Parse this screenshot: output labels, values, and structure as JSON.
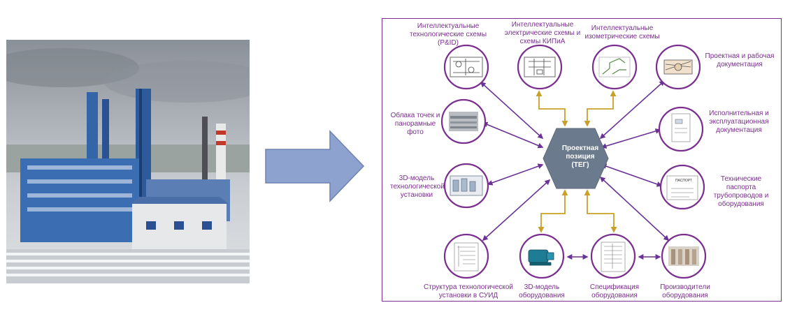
{
  "center": {
    "label": "Проектная\nпозиция\n(ТЕГ)"
  },
  "nodes": [
    {
      "key": "pid",
      "label": "Интеллектуальные\nтехнологические схемы (P&ID)"
    },
    {
      "key": "elec",
      "label": "Интеллектуальные\nэлектрические  схемы и\nсхемы КИПиА"
    },
    {
      "key": "iso",
      "label": "Интеллектуальные\nизометрические схемы"
    },
    {
      "key": "design",
      "label": "Проектная и рабочая\nдокументация"
    },
    {
      "key": "pointcloud",
      "label": "Облака точек и\nпанорамные\nфото"
    },
    {
      "key": "asbuilt",
      "label": "Исполнительная и\nэксплуатационная\nдокументация"
    },
    {
      "key": "model3d",
      "label": "3D-модель\nтехнологической\nустановки"
    },
    {
      "key": "passport",
      "label": "Технические\nпаспорта\nтрубопроводов и\nоборудования"
    },
    {
      "key": "suid",
      "label": "Структура технологической\nустановки в СУИД"
    },
    {
      "key": "equip3d",
      "label": "3D-модель\nоборудования"
    },
    {
      "key": "spec",
      "label": "Спецификация\nоборудования"
    },
    {
      "key": "vendors",
      "label": "Производители\nоборудования"
    }
  ],
  "thumbnails": {
    "passport_text": "ПАСПОРТ"
  },
  "colors": {
    "frame": "#7a2e8e",
    "circle": "#7a2e8e",
    "purple_arrow": "#6a3296",
    "gold_arrow": "#c8a02a",
    "hexagon": "#6b7a8c",
    "big_arrow": "#8ea2cf",
    "label": "#7a2e8e"
  }
}
